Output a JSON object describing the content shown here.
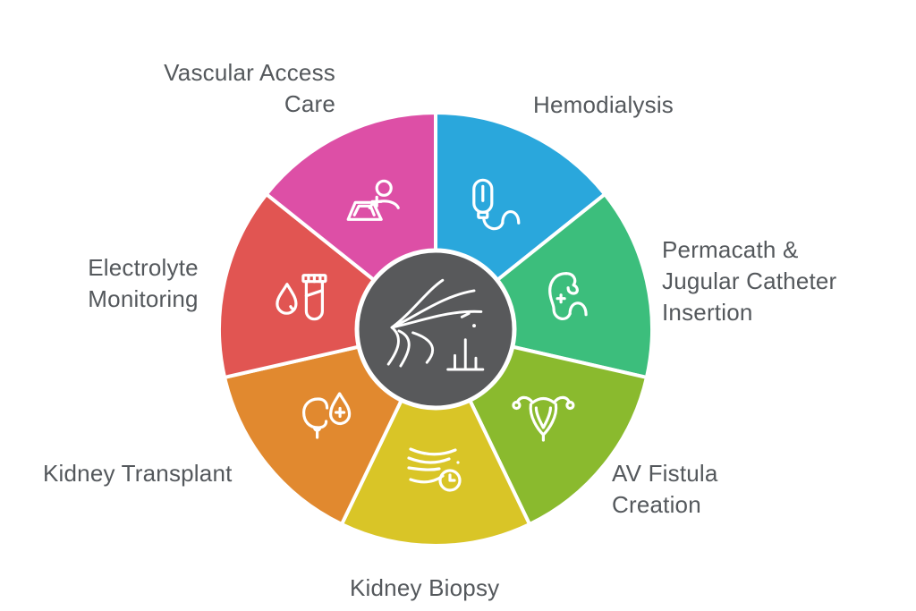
{
  "diagram": {
    "title": "Nephrology services wheel",
    "center_color": "#58595b",
    "center_icon": "vascular-flow-chart-icon",
    "label_color": "#54585c",
    "segments": [
      {
        "label": "Hemodialysis",
        "color": "#2aa7dc",
        "icon": "dialysis-machine-icon",
        "start": 0,
        "end": 51.43
      },
      {
        "label": "Permacath &\nJugular Catheter\nInsertion",
        "color": "#3cbe7c",
        "icon": "kidney-catheter-icon",
        "start": 51.43,
        "end": 102.86
      },
      {
        "label": "AV Fistula\nCreation",
        "color": "#8aba2e",
        "icon": "fistula-vessels-icon",
        "start": 102.86,
        "end": 154.29
      },
      {
        "label": "Kidney Biopsy",
        "color": "#d9c527",
        "icon": "biopsy-flow-clock-icon",
        "start": 154.29,
        "end": 205.71
      },
      {
        "label": "Kidney Transplant",
        "color": "#e1892f",
        "icon": "transfusion-bag-icon",
        "start": 205.71,
        "end": 257.14
      },
      {
        "label": "Electrolyte\nMonitoring",
        "color": "#e15552",
        "icon": "blood-drop-tube-icon",
        "start": 257.14,
        "end": 308.57
      },
      {
        "label": "Vascular Access\nCare",
        "color": "#dd4fa6",
        "icon": "telecare-patient-icon",
        "start": 308.57,
        "end": 360
      }
    ]
  }
}
